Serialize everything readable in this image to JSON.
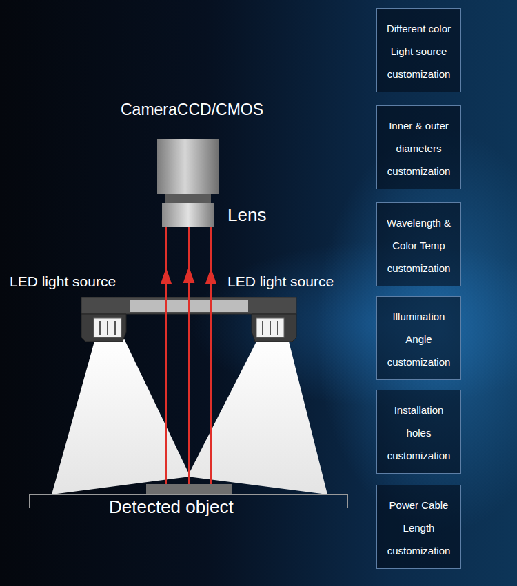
{
  "diagram": {
    "nodes": [
      {
        "text": [
          "Different color Light source customization"
        ]
      },
      {
        "text": [
          "Inner & outer diameters customization"
        ]
      },
      {
        "text": [
          "Wavelength & Color Temp customization"
        ]
      },
      {
        "text": [
          "Illumination Angle customization"
        ]
      },
      {
        "text": [
          "Installation holes customization"
        ]
      },
      {
        "text": [
          "Power Cable Length customization"
        ]
      }
    ],
    "labels": [
      "CameraCCD/CMOS",
      "Lens",
      "LED light source",
      "LED light source",
      "Detected object"
    ]
  }
}
